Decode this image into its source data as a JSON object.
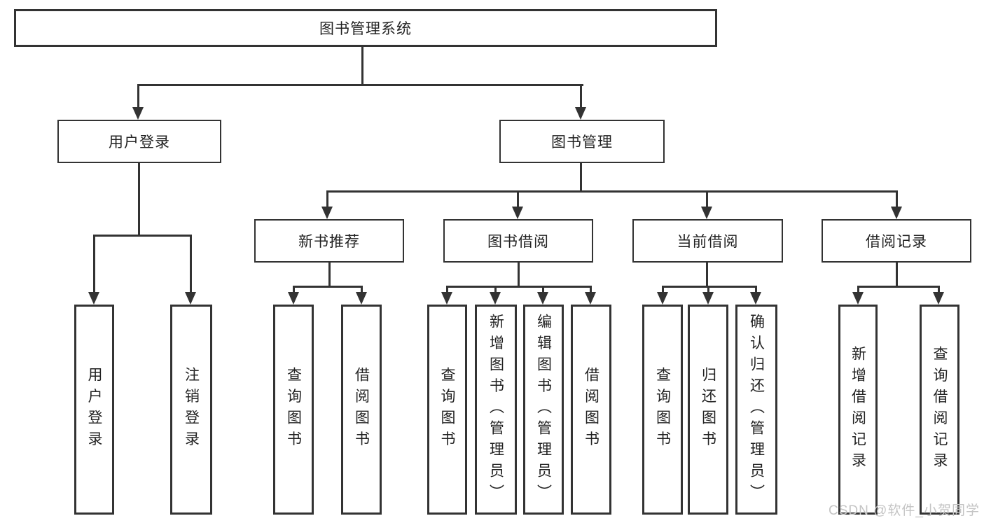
{
  "tree": {
    "root": {
      "label": "图书管理系统"
    },
    "children": [
      {
        "label": "用户登录",
        "children": [
          {
            "label": "用户登录"
          },
          {
            "label": "注销登录"
          }
        ]
      },
      {
        "label": "图书管理",
        "children": [
          {
            "label": "新书推荐",
            "children": [
              {
                "label": "查询图书"
              },
              {
                "label": "借阅图书"
              }
            ]
          },
          {
            "label": "图书借阅",
            "children": [
              {
                "label": "查询图书"
              },
              {
                "label": "新增图书（管理员）"
              },
              {
                "label": "编辑图书（管理员）"
              },
              {
                "label": "借阅图书"
              }
            ]
          },
          {
            "label": "当前借阅",
            "children": [
              {
                "label": "查询图书"
              },
              {
                "label": "归还图书"
              },
              {
                "label": "确认归还（管理员）"
              }
            ]
          },
          {
            "label": "借阅记录",
            "children": [
              {
                "label": "新增借阅记录"
              },
              {
                "label": "查询借阅记录"
              }
            ]
          }
        ]
      }
    ]
  },
  "watermark": {
    "text": "CSDN @软件_小贺同学"
  },
  "colors": {
    "line": "#333333",
    "text": "#222222",
    "background": "#ffffff",
    "watermark": "#c4c4c4"
  }
}
